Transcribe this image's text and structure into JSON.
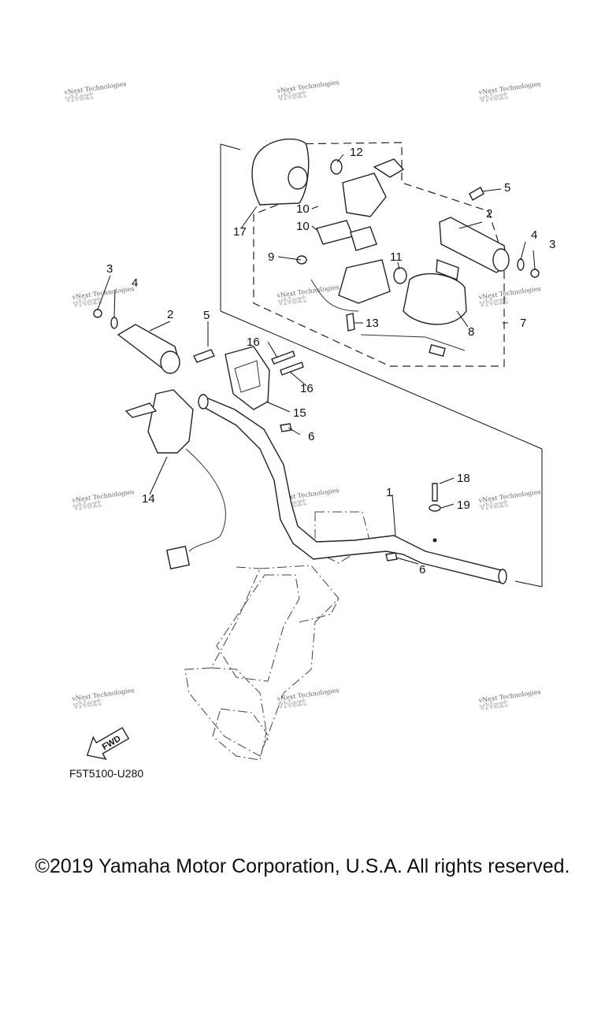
{
  "diagram": {
    "code": "F5T5100-U280",
    "fwd_label": "FWD",
    "callouts": [
      "1",
      "2",
      "2",
      "3",
      "3",
      "4",
      "4",
      "5",
      "5",
      "6",
      "6",
      "7",
      "8",
      "9",
      "10",
      "10",
      "11",
      "12",
      "13",
      "14",
      "15",
      "16",
      "16",
      "17",
      "18",
      "19"
    ],
    "watermark_line1": "vNext Technologies",
    "watermark_line2": "vNext"
  },
  "footer": {
    "copyright": "©2019 Yamaha Motor Corporation, U.S.A. All rights reserved."
  }
}
